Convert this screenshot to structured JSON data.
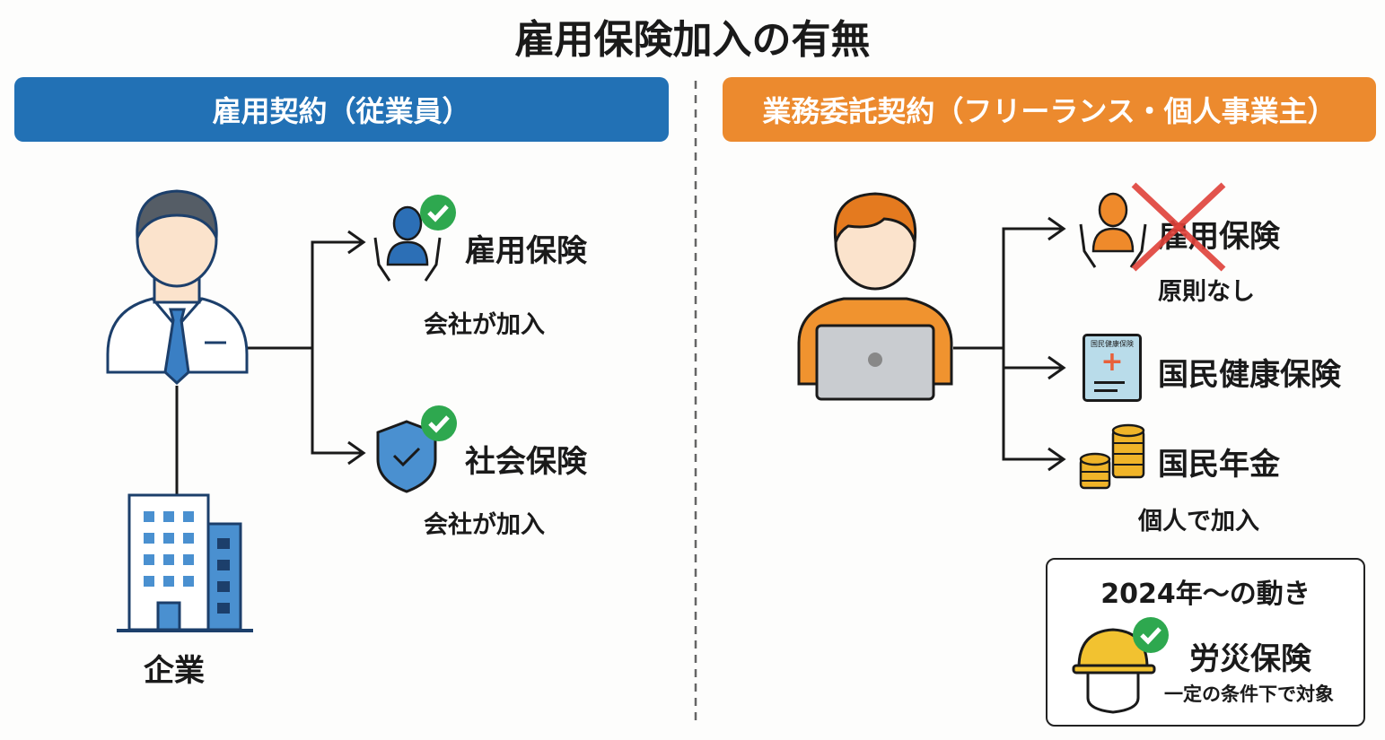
{
  "title": "雇用保険加入の有無",
  "left": {
    "header": "雇用契約（従業員）",
    "company_label": "企業",
    "items": [
      {
        "name": "雇用保険",
        "note": "会社が加入"
      },
      {
        "name": "社会保険",
        "note": "会社が加入"
      }
    ]
  },
  "right": {
    "header": "業務委託契約（フリーランス・個人事業主）",
    "items": [
      {
        "name": "雇用保険",
        "note": "原則なし"
      },
      {
        "name": "国民健康保険",
        "card_text": "国民健康保険"
      },
      {
        "name": "国民年金"
      }
    ],
    "group_note": "個人で加入",
    "box": {
      "title": "2024年〜の動き",
      "name": "労災保険",
      "note": "一定の条件下で対象"
    }
  },
  "colors": {
    "blue": "#2271b5",
    "orange": "#ec8a2e",
    "green": "#2ea84f",
    "red": "#e0413a"
  }
}
